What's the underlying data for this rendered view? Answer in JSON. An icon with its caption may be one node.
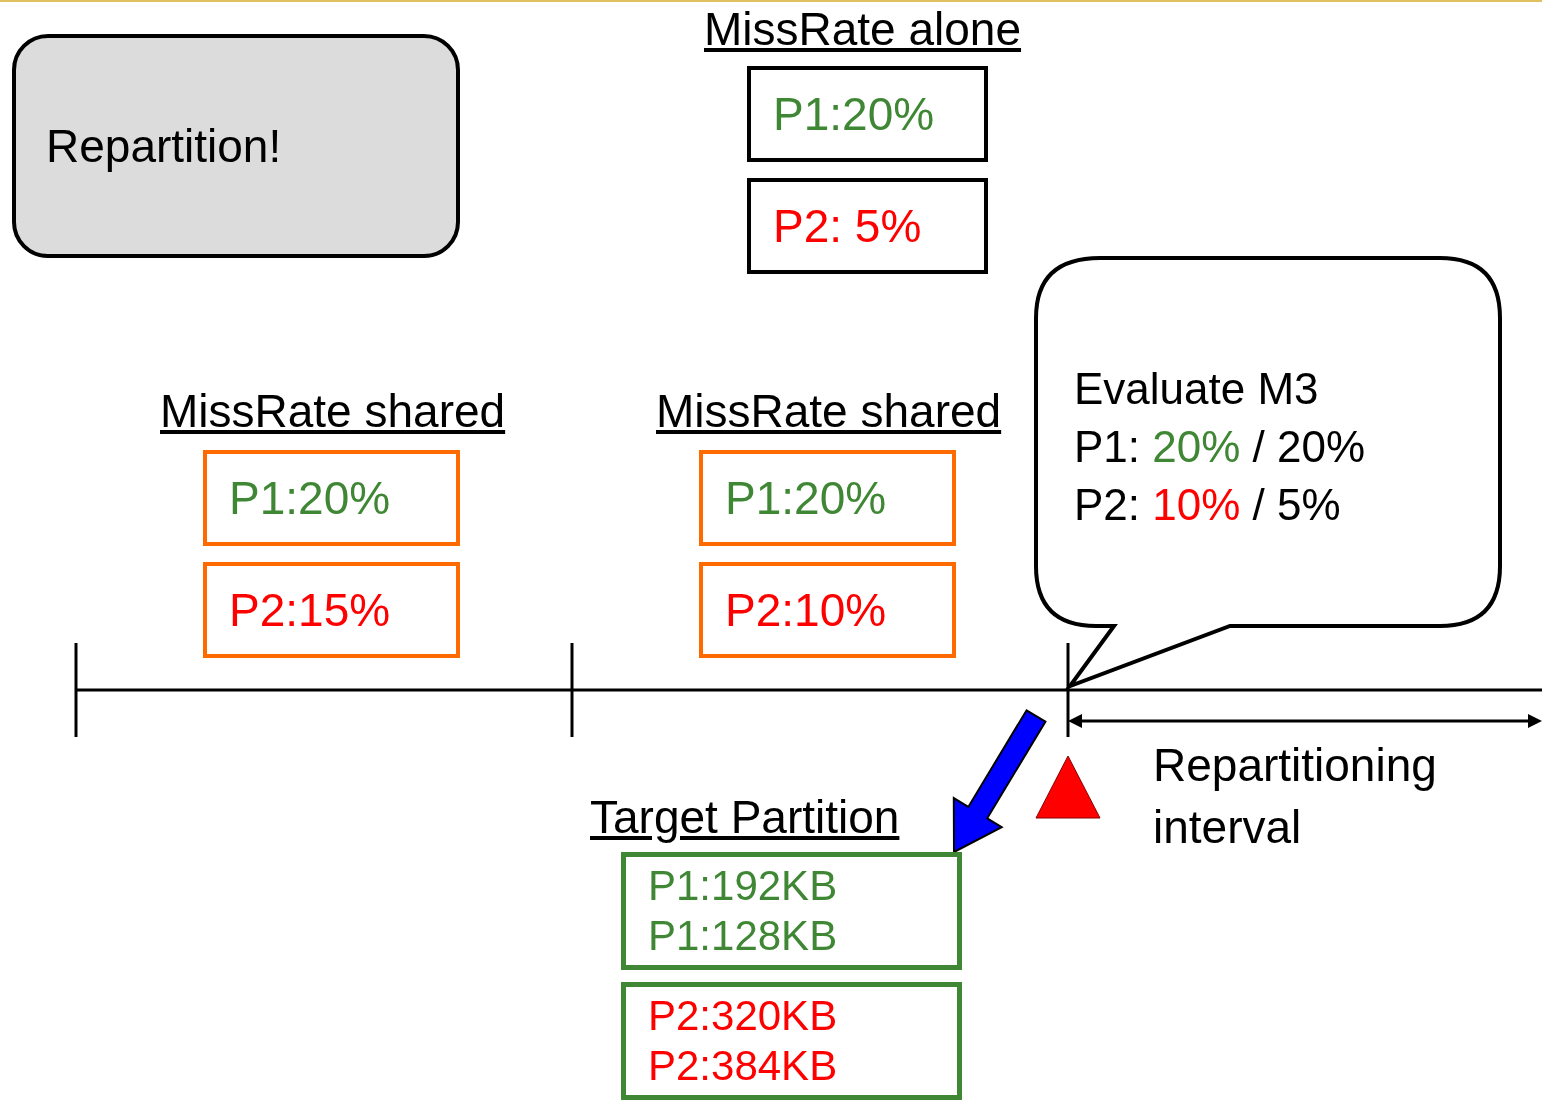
{
  "diagram": {
    "nodes": [
      {
        "text": [
          "Repartition!"
        ]
      },
      {
        "text": [
          "P1:20%"
        ]
      },
      {
        "text": [
          "P2: 5%"
        ]
      },
      {
        "text": [
          "P1:20%"
        ]
      },
      {
        "text": [
          "P2:15%"
        ]
      },
      {
        "text": [
          "P1:20%"
        ]
      },
      {
        "text": [
          "P2:10%"
        ]
      },
      {
        "text": [
          "Evaluate M3",
          "P1: 20% / 20%",
          "P2: 10% / 5%"
        ]
      },
      {
        "text": [
          "P1:192KB",
          "P1:128KB"
        ]
      },
      {
        "text": [
          "P2:320KB",
          "P2:384KB"
        ]
      }
    ],
    "edges": [
      {
        "from": null,
        "to": 8,
        "arrow": "to",
        "style": "thick",
        "color": "#0000ff"
      }
    ],
    "labels": [
      "MissRate alone",
      "MissRate shared",
      "MissRate shared",
      "Target Partition",
      "Repartitioning interval"
    ]
  }
}
